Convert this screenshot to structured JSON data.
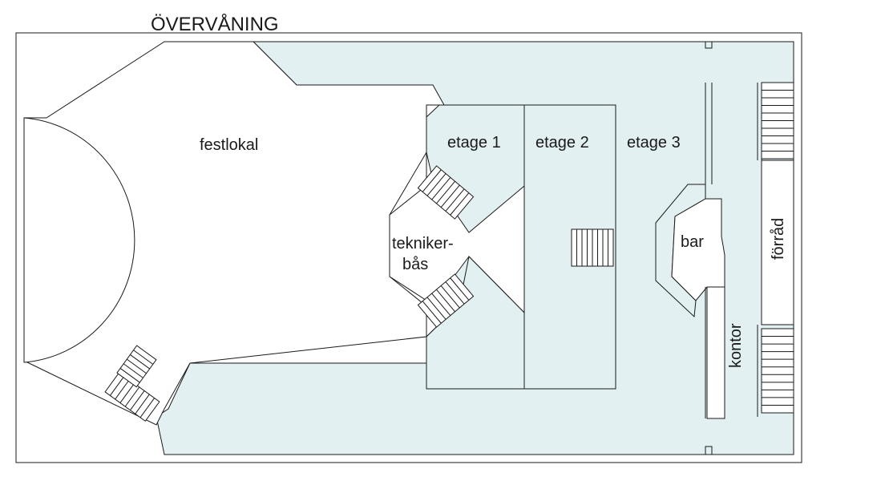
{
  "title": "ÖVERVÅNING",
  "rooms": {
    "festlokal": "festlokal",
    "etage1": "etage 1",
    "etage2": "etage 2",
    "etage3": "etage 3",
    "tekniker_line1": "tekniker-",
    "tekniker_line2": "bås",
    "bar": "bar",
    "forrad": "förråd",
    "kontor": "kontor"
  },
  "colors": {
    "corridor_fill": "#e3f0f2",
    "floor_fill": "#ffffff",
    "line": "#1a1a1a"
  }
}
